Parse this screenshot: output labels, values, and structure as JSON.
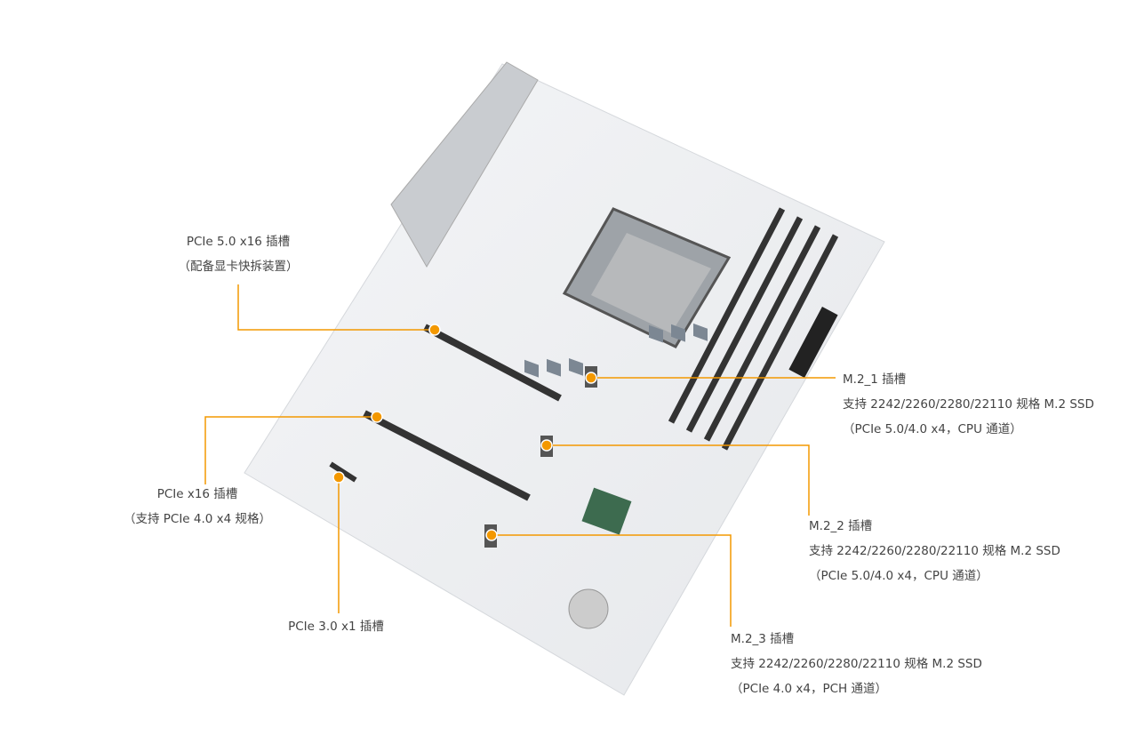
{
  "accent_color": "#f39800",
  "callouts": {
    "pcie5_x16": {
      "title": "PCIe 5.0 x16 插槽",
      "note": "（配备显卡快拆装置）"
    },
    "m2_1": {
      "title": "M.2_1 插槽",
      "spec": "支持 2242/2260/2280/22110 规格 M.2 SSD",
      "lanes": "（PCIe 5.0/4.0 x4，CPU 通道）"
    },
    "pcie_x16": {
      "title": "PCIe x16 插槽",
      "note": "（支持 PCIe 4.0 x4 规格）"
    },
    "m2_2": {
      "title": "M.2_2 插槽",
      "spec": "支持 2242/2260/2280/22110 规格 M.2 SSD",
      "lanes": "（PCIe 5.0/4.0 x4，CPU 通道）"
    },
    "pcie3_x1": {
      "title": "PCIe 3.0 x1 插槽"
    },
    "m2_3": {
      "title": "M.2_3 插槽",
      "spec": "支持 2242/2260/2280/22110 规格 M.2 SSD",
      "lanes": "（PCIe 4.0 x4，PCH 通道）"
    }
  }
}
